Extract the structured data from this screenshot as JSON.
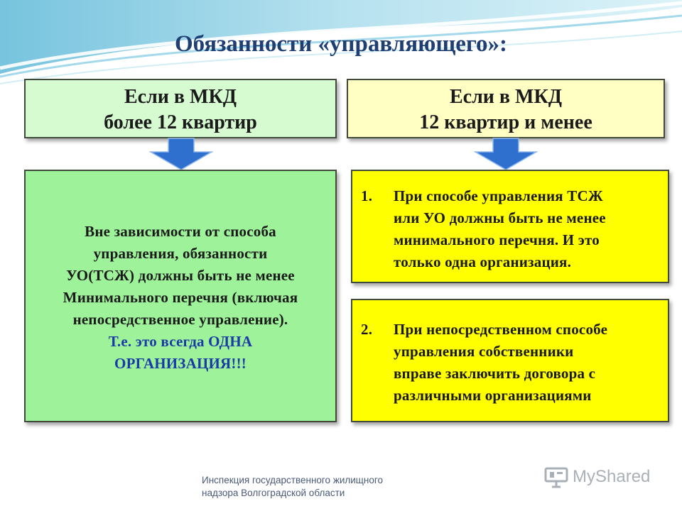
{
  "title": "Обязанности «управляющего»:",
  "left_header": {
    "line1": "Если в МКД",
    "line2": "более 12 квартир"
  },
  "right_header": {
    "line1": "Если в МКД",
    "line2": "12 квартир и менее"
  },
  "left_body": {
    "lines": [
      "Вне зависимости от способа",
      "управления, обязанности",
      "УО(ТСЖ) должны быть не менее",
      "Минимального перечня (включая",
      "непосредственное управление)."
    ],
    "accent_lines": [
      "Т.е. это всегда ОДНА",
      "ОРГАНИЗАЦИЯ!!!"
    ]
  },
  "right_items": [
    {
      "number": "1.",
      "lines": [
        "При способе управления ТСЖ",
        "или УО должны быть не менее",
        "минимального перечня. И это",
        "только одна организация."
      ]
    },
    {
      "number": "2.",
      "lines": [
        "При непосредственном способе",
        "управления собственники",
        "вправе заключить договора с",
        "различными организациями"
      ]
    }
  ],
  "footer": {
    "line1": "Инспекция государственного жилищного",
    "line2": "надзора Волгоградской области"
  },
  "logo": {
    "text": "MyShared"
  },
  "colors": {
    "title": "#1f3f73",
    "green_header": "#d6fbd0",
    "yellow_header": "#ffffc4",
    "green_box": "#9ef29a",
    "yellow_box": "#ffff00",
    "arrow": "#2f6fce",
    "accent_text": "#1a3aa8"
  }
}
